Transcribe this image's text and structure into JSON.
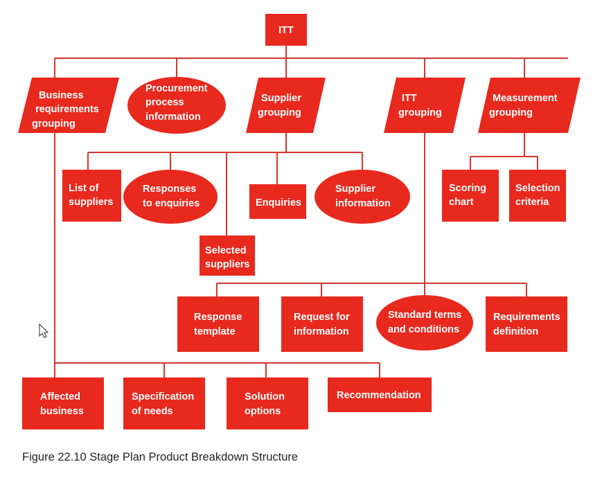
{
  "figure": {
    "caption": "Figure 22.10 Stage Plan Product Breakdown Structure",
    "colors": {
      "shape_fill": "#E8291E",
      "line": "#D6342A",
      "label_text": "#FFFFFF",
      "caption_text": "#231F20",
      "background": "#FFFFFF"
    }
  },
  "nodes": {
    "itt": {
      "label": "ITT",
      "shape": "rectangle",
      "level": 0
    },
    "business_requirements_grouping": {
      "label_line1": "Business",
      "label_line2": "requirements",
      "label_line3": "grouping",
      "shape": "parallelogram",
      "level": 1
    },
    "procurement_process_information": {
      "label_line1": "Procurement",
      "label_line2": "process",
      "label_line3": "information",
      "shape": "ellipse",
      "level": 1
    },
    "supplier_grouping": {
      "label_line1": "Supplier",
      "label_line2": "grouping",
      "shape": "parallelogram",
      "level": 1
    },
    "itt_grouping": {
      "label_line1": "ITT",
      "label_line2": "grouping",
      "shape": "parallelogram",
      "level": 1
    },
    "measurement_grouping": {
      "label_line1": "Measurement",
      "label_line2": "grouping",
      "shape": "parallelogram",
      "level": 1
    },
    "list_of_suppliers": {
      "label_line1": "List of",
      "label_line2": "suppliers",
      "shape": "rectangle",
      "level": 2
    },
    "responses_to_enquiries": {
      "label_line1": "Responses",
      "label_line2": "to enquiries",
      "shape": "ellipse",
      "level": 2
    },
    "enquiries": {
      "label_line1": "Enquiries",
      "shape": "rectangle",
      "level": 2
    },
    "supplier_information": {
      "label_line1": "Supplier",
      "label_line2": "information",
      "shape": "ellipse",
      "level": 2
    },
    "scoring_chart": {
      "label_line1": "Scoring",
      "label_line2": "chart",
      "shape": "rectangle",
      "level": 2
    },
    "selection_criteria": {
      "label_line1": "Selection",
      "label_line2": "criteria",
      "shape": "rectangle",
      "level": 2
    },
    "selected_suppliers": {
      "label_line1": "Selected",
      "label_line2": "suppliers",
      "shape": "rectangle",
      "level": 3
    },
    "response_template": {
      "label_line1": "Response",
      "label_line2": "template",
      "shape": "rectangle",
      "level": 4
    },
    "request_for_information": {
      "label_line1": "Request for",
      "label_line2": "information",
      "shape": "rectangle",
      "level": 4
    },
    "standard_terms_and_conditions": {
      "label_line1": "Standard terms",
      "label_line2": "and conditions",
      "shape": "ellipse",
      "level": 4
    },
    "requirements_definition": {
      "label_line1": "Requirements",
      "label_line2": "definition",
      "shape": "rectangle",
      "level": 4
    },
    "affected_business": {
      "label_line1": "Affected",
      "label_line2": "business",
      "shape": "rectangle",
      "level": 5
    },
    "specification_of_needs": {
      "label_line1": "Specification",
      "label_line2": "of needs",
      "shape": "rectangle",
      "level": 5
    },
    "solution_options": {
      "label_line1": "Solution",
      "label_line2": "options",
      "shape": "rectangle",
      "level": 5
    },
    "recommendation": {
      "label_line1": "Recommendation",
      "shape": "rectangle",
      "level": 5
    }
  }
}
